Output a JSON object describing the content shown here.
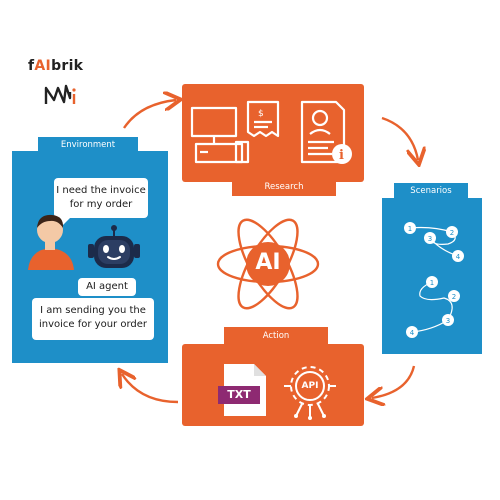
{
  "brand": {
    "name_prefix": "f",
    "name_accent": "AI",
    "name_suffix": "brik"
  },
  "environment": {
    "title": "Environment",
    "user_message_line1": "I need the invoice",
    "user_message_line2": "for my order",
    "agent_label": "AI agent",
    "agent_message_line1": "I am sending you the",
    "agent_message_line2": "invoice for your order"
  },
  "research": {
    "title": "Research"
  },
  "scenarios": {
    "title": "Scenarios",
    "path1_nodes": [
      "1",
      "2",
      "3",
      "4"
    ],
    "path2_nodes": [
      "1",
      "2",
      "3",
      "4"
    ]
  },
  "action": {
    "title": "Action",
    "txt_label": "TXT",
    "api_label": "API"
  },
  "center": {
    "label": "AI"
  },
  "colors": {
    "orange": "#e8622d",
    "blue": "#1e8fc8",
    "purple": "#8e2a72"
  }
}
